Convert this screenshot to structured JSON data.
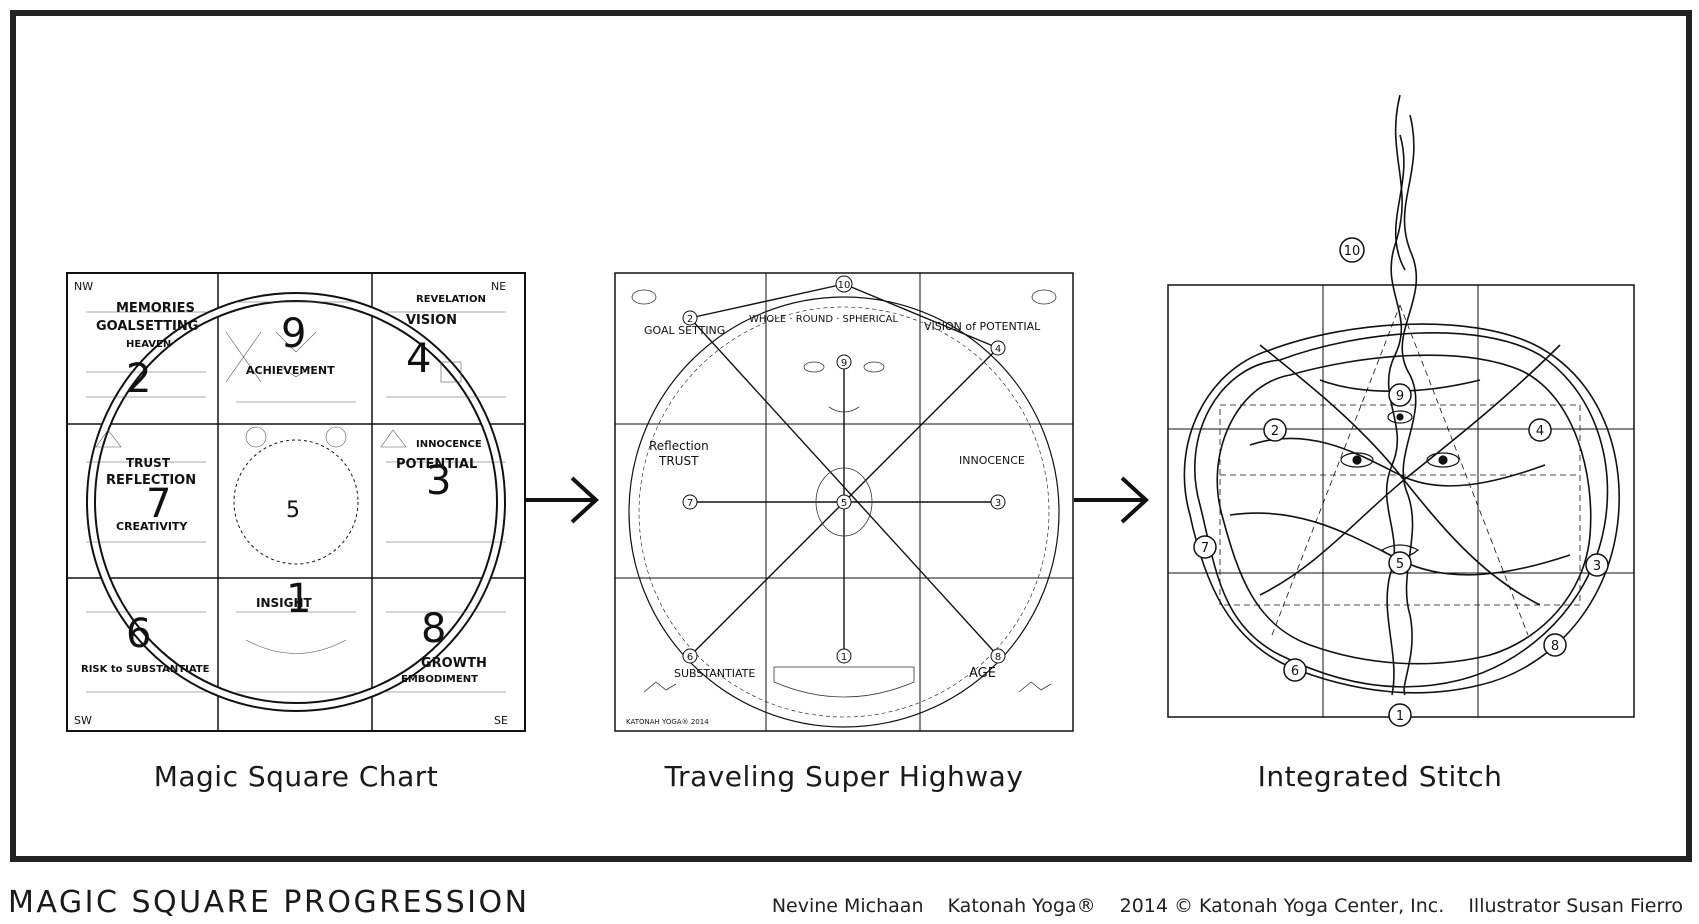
{
  "panels": [
    {
      "caption": "Magic Square Chart",
      "labels": {
        "nw": "NW",
        "ne": "NE",
        "sw": "SW",
        "se": "SE",
        "memories": "MEMORIES",
        "goalsetting": "GOALSETTING",
        "heaven": "HEAVEN",
        "vision": "VISION",
        "revelation": "REVELATION",
        "achievement": "ACHIEVEMENT",
        "trust": "TRUST",
        "reflection": "REFLECTION",
        "creativity": "CREATIVITY",
        "innocence": "INNOCENCE",
        "potential": "POTENTIAL",
        "insight": "INSIGHT",
        "growth": "GROWTH",
        "embodiment": "EMBODIMENT",
        "risk": "RISK to SUBSTANTIATE",
        "n2": "2",
        "n9": "9",
        "n4": "4",
        "n7": "7",
        "n5": "5",
        "n3": "3",
        "n6": "6",
        "n1": "1",
        "n8": "8"
      }
    },
    {
      "caption": "Traveling Super Highway",
      "labels": {
        "goal": "GOAL SETTING",
        "visionpot": "VISION of POTENTIAL",
        "reflection": "Reflection",
        "trust": "TRUST",
        "innocence": "INNOCENCE",
        "substantiate": "SUBSTANTIATE",
        "age": "AGE",
        "spherical": "WHOLE · ROUND · SPHERICAL",
        "footer": "KATONAH YOGA® 2014",
        "n10": "10",
        "n2": "2",
        "n9": "9",
        "n4": "4",
        "n7": "7",
        "n5": "5",
        "n3": "3",
        "n6": "6",
        "n1": "1",
        "n8": "8"
      }
    },
    {
      "caption": "Integrated Stitch",
      "labels": {
        "n10": "10",
        "n9": "9",
        "n2": "2",
        "n4": "4",
        "n7": "7",
        "n5": "5",
        "n3": "3",
        "n6": "6",
        "n1": "1",
        "n8": "8"
      }
    }
  ],
  "footer": {
    "title": "MAGIC SQUARE PROGRESSION",
    "author": "Nevine Michaan",
    "brand": "Katonah Yoga®",
    "copyright": "2014 © Katonah Yoga Center, Inc.",
    "illustrator": "Illustrator Susan Fierro"
  }
}
